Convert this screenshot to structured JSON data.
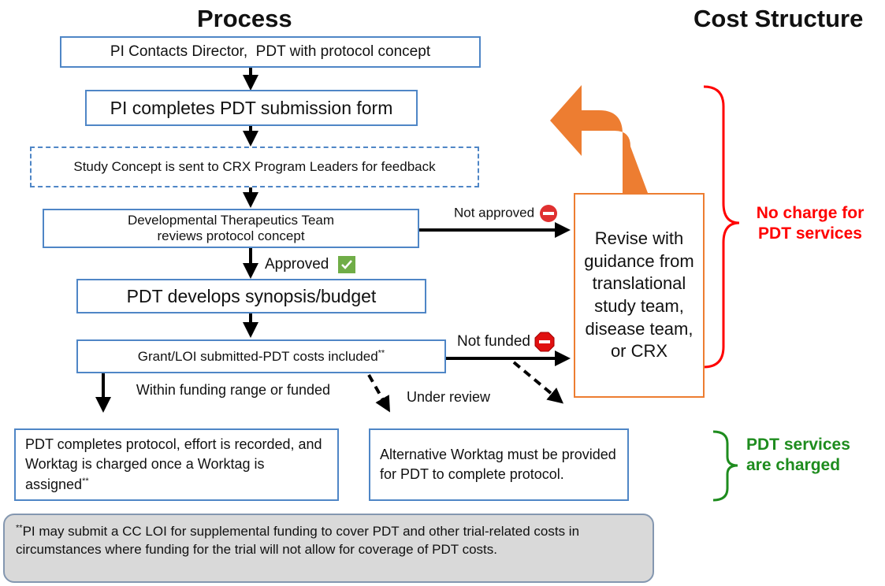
{
  "headings": {
    "process": "Process",
    "cost_structure": "Cost Structure"
  },
  "steps": {
    "contact": "PI Contacts Director,  PDT with protocol concept",
    "submission_form": "PI completes PDT submission form",
    "study_concept": "Study Concept is sent to CRX Program Leaders for feedback",
    "team_review": "Developmental Therapeutics Team reviews protocol concept",
    "synopsis": "PDT develops synopsis/budget",
    "grant": "Grant/LOI submitted-PDT costs included",
    "grant_sup": "**",
    "completes": "PDT completes protocol, effort is recorded, and Worktag is charged once a Worktag is assigned",
    "completes_sup": "**",
    "alternative": "Alternative Worktag must be provided for PDT to complete protocol.",
    "revise": "Revise with guidance from translational study team, disease team, or CRX"
  },
  "edge_labels": {
    "approved": "Approved",
    "not_approved": "Not approved",
    "not_funded": "Not funded",
    "within_range": "Within funding range or funded",
    "under_review": "Under review"
  },
  "cost": {
    "no_charge": "No charge for PDT services",
    "charged": "PDT services are charged"
  },
  "footnote": {
    "marker": "**",
    "text": "PI may submit a CC LOI for supplemental funding to cover PDT and other trial-related costs in circumstances where funding for the trial will not allow for coverage of PDT costs."
  },
  "colors": {
    "box_border": "#4f86c6",
    "revise_border": "#ed7d31",
    "big_arrow": "#ed7d31",
    "no_charge": "#ff0000",
    "charged": "#1e8c1e",
    "approved_check": "#70ad47",
    "footnote_bg": "#d9d9d9",
    "footnote_border": "#8497b0"
  },
  "icons": {
    "approved": "check-icon",
    "not_approved": "no-entry-icon",
    "not_funded": "stop-sign-icon"
  }
}
